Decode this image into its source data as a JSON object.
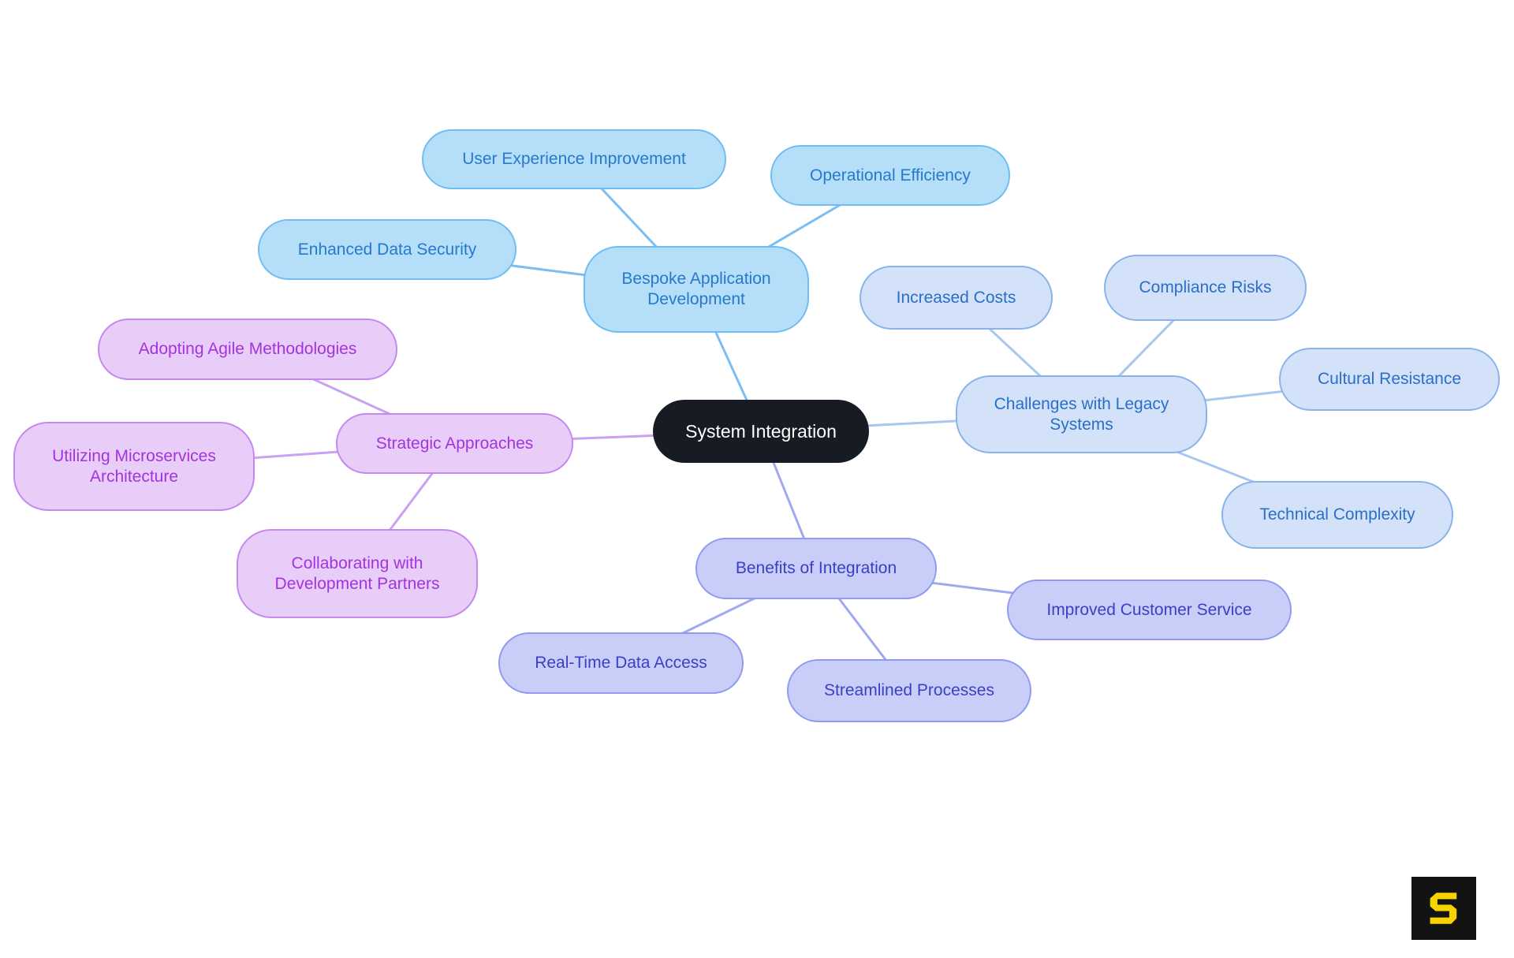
{
  "app": {
    "background": "#ffffff"
  },
  "mindmap": {
    "root": {
      "id": "system-integration",
      "label": "System Integration",
      "fill": "#161b24",
      "text_color": "#ffffff"
    },
    "branches": [
      {
        "id": "bespoke-application-development",
        "label": "Bespoke Application Development",
        "palette": {
          "fill": "#b5def8",
          "border": "#6fbdf2",
          "text": "#2679cb",
          "line": "#7cbdf2"
        },
        "children": [
          {
            "id": "user-experience-improvement",
            "label": "User Experience Improvement"
          },
          {
            "id": "operational-efficiency",
            "label": "Operational Efficiency"
          },
          {
            "id": "enhanced-data-security",
            "label": "Enhanced Data Security"
          }
        ]
      },
      {
        "id": "challenges-with-legacy-systems",
        "label": "Challenges with Legacy Systems",
        "palette": {
          "fill": "#d3e2f8",
          "border": "#8ab3ea",
          "text": "#2a6ec9",
          "line": "#a9c6f0"
        },
        "children": [
          {
            "id": "increased-costs",
            "label": "Increased Costs"
          },
          {
            "id": "compliance-risks",
            "label": "Compliance Risks"
          },
          {
            "id": "cultural-resistance",
            "label": "Cultural Resistance"
          },
          {
            "id": "technical-complexity",
            "label": "Technical Complexity"
          }
        ]
      },
      {
        "id": "strategic-approaches",
        "label": "Strategic Approaches",
        "palette": {
          "fill": "#e9cdf9",
          "border": "#c488ee",
          "text": "#a233de",
          "line": "#c9a0f2"
        },
        "children": [
          {
            "id": "adopting-agile-methodologies",
            "label": "Adopting Agile Methodologies"
          },
          {
            "id": "utilizing-microservices-architecture",
            "label": "Utilizing Microservices Architecture"
          },
          {
            "id": "collaborating-with-development-partners",
            "label": "Collaborating with Development Partners"
          }
        ]
      },
      {
        "id": "benefits-of-integration",
        "label": "Benefits of Integration",
        "palette": {
          "fill": "#c9cef8",
          "border": "#8f9af0",
          "text": "#3a40c4",
          "line": "#a0a8f0"
        },
        "children": [
          {
            "id": "improved-customer-service",
            "label": "Improved Customer Service"
          },
          {
            "id": "real-time-data-access",
            "label": "Real-Time Data Access"
          },
          {
            "id": "streamlined-processes",
            "label": "Streamlined Processes"
          }
        ]
      }
    ]
  },
  "logo": {
    "letter": "S",
    "background": "#131313",
    "color": "#f5d400"
  }
}
